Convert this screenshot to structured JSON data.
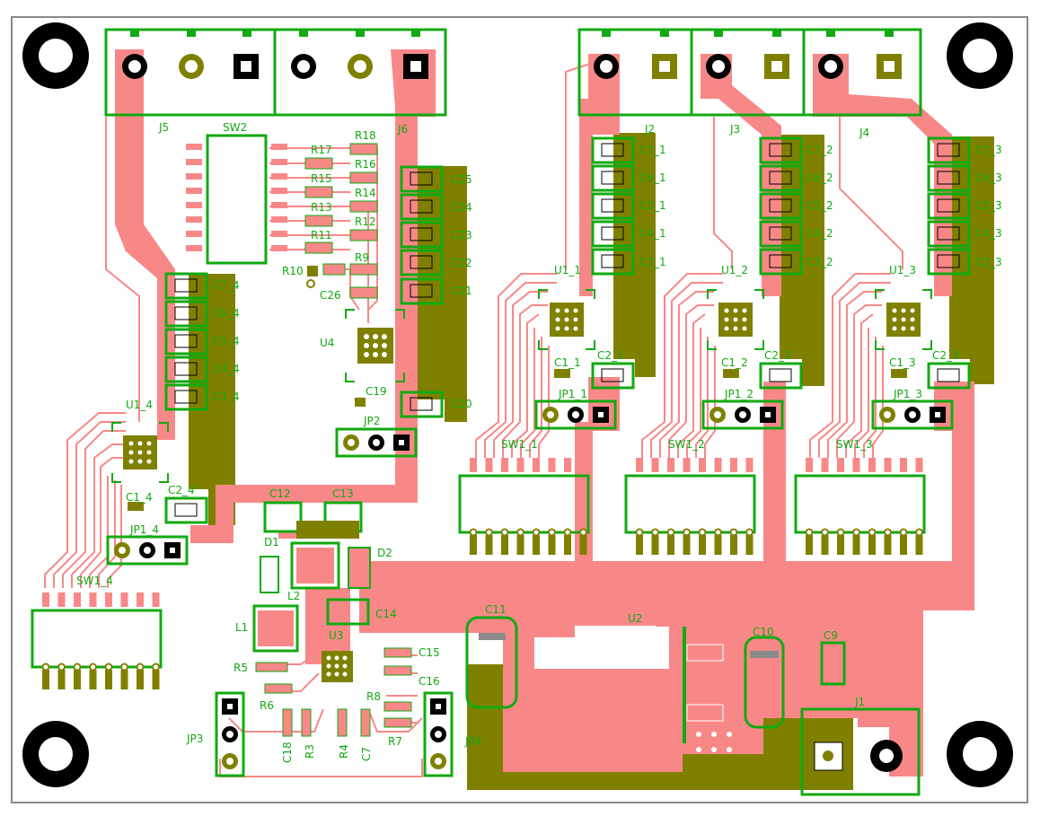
{
  "colors": {
    "background": "#ffffff",
    "outline": "#8a8a8a",
    "top_copper": "#f88888",
    "bottom_copper": "#808000",
    "silkscreen": "#11aa11",
    "pad_dark": "#000000"
  },
  "labels": {
    "J5": "J5",
    "SW2": "SW2",
    "J6": "J6",
    "J2": "J2",
    "J3": "J3",
    "J4": "J4",
    "J1": "J1",
    "R17": "R17",
    "R18": "R18",
    "R16": "R16",
    "R15": "R15",
    "R14": "R14",
    "R13": "R13",
    "R12": "R12",
    "R11": "R11",
    "R10": "R10",
    "R9": "R9",
    "C26": "C26",
    "C25": "C25",
    "C24": "C24",
    "C23": "C23",
    "C22": "C22",
    "C21": "C21",
    "C20": "C20",
    "C19": "C19",
    "U4": "U4",
    "JP2": "JP2",
    "C7_4": "C7_4",
    "C6_4": "C6_4",
    "C5_4": "C5_4",
    "C4_4": "C4_4",
    "C3_4": "C3_4",
    "U1_4": "U1_4",
    "C1_4": "C1_4",
    "C2_4": "C2_4",
    "JP1_4": "JP1_4",
    "SW1_4": "SW1_4",
    "C7_1": "C7_1",
    "C6_1": "C6_1",
    "C5_1": "C5_1",
    "C4_1": "C4_1",
    "C3_1": "C3_1",
    "U1_1": "U1_1",
    "C1_1": "C1_1",
    "C2_1": "C2_1",
    "JP1_1": "JP1_1",
    "SW1_1": "SW1_1",
    "C7_2": "C7_2",
    "C6_2": "C6_2",
    "C5_2": "C5_2",
    "C4_2": "C4_2",
    "C3_2": "C3_2",
    "U1_2": "U1_2",
    "C1_2": "C1_2",
    "C2_2": "C2_2",
    "JP1_2": "JP1_2",
    "SW1_2": "SW1_2",
    "C7_3": "C7_3",
    "C6_3": "C6_3",
    "C5_3": "C5_3",
    "C4_3": "C4_3",
    "C3_3": "C3_3",
    "U1_3": "U1_3",
    "C1_3": "C1_3",
    "C2_3": "C2_3",
    "JP1_3": "JP1_3",
    "SW1_3": "SW1_3",
    "C12": "C12",
    "C13": "C13",
    "D1": "D1",
    "D2": "D2",
    "L2": "L2",
    "C14": "C14",
    "L1": "L1",
    "U3": "U3",
    "C15": "C15",
    "C16": "C16",
    "R5": "R5",
    "R6": "R6",
    "R8": "R8",
    "R7": "R7",
    "C18": "C18",
    "R3": "R3",
    "R4": "R4",
    "C7": "C7",
    "JP3": "JP3",
    "JP4": "JP4",
    "C11": "C11",
    "U2": "U2",
    "C10": "C10",
    "C9": "C9"
  }
}
